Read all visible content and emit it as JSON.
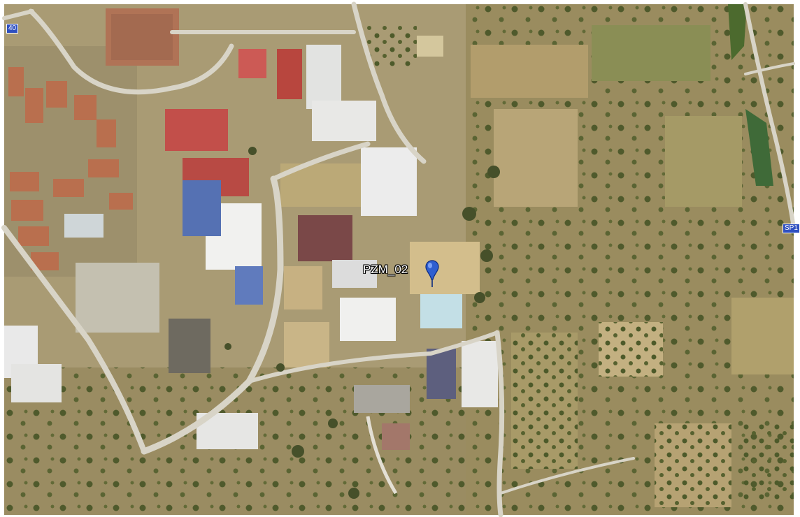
{
  "map": {
    "view": "satellite",
    "placemark": {
      "label": "PZM_02",
      "icon": "map-pin-icon",
      "color": "#2f5fd0"
    },
    "road_labels": {
      "left": "40",
      "right": "SP1"
    }
  }
}
